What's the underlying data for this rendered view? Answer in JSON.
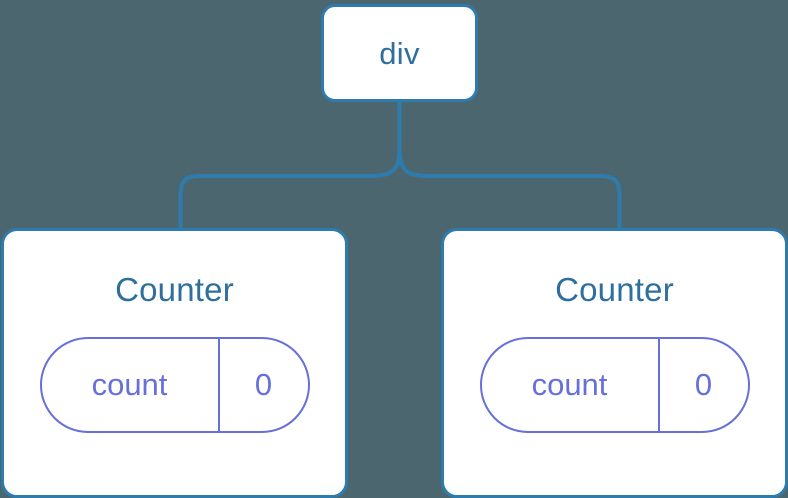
{
  "diagram": {
    "type": "component-tree",
    "background_color": "#4c666f",
    "node_border_color": "#2e7cae",
    "node_fill_color": "#ffffff",
    "node_title_color": "#2e6f9e",
    "state_accent_color": "#6670d8",
    "connector_color": "#2e7cae",
    "root": {
      "label": "div"
    },
    "children": [
      {
        "label": "Counter",
        "state": {
          "key": "count",
          "value": "0"
        }
      },
      {
        "label": "Counter",
        "state": {
          "key": "count",
          "value": "0"
        }
      }
    ]
  }
}
